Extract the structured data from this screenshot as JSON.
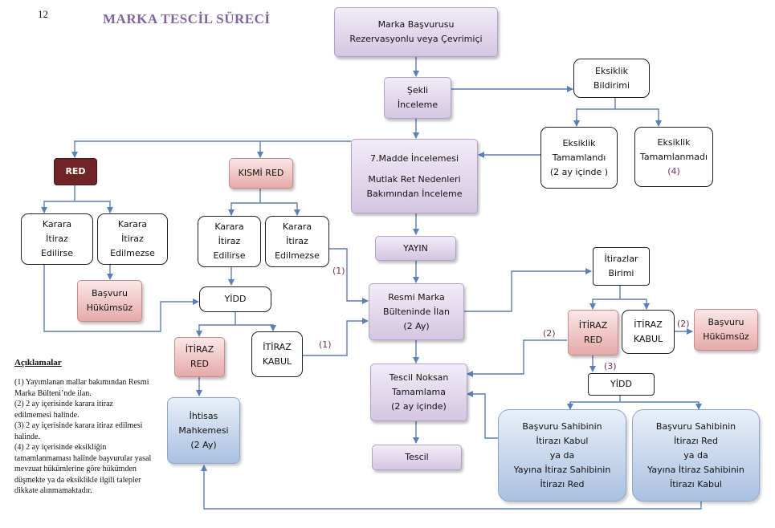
{
  "page_number": "12",
  "title": "MARKA TESCİL SÜRECİ",
  "boxes": {
    "start": [
      "Marka Başvurusu",
      "Rezervasyonlu veya Çevrimiçi"
    ],
    "sekli": [
      "Şekli",
      "İnceleme"
    ],
    "eksiklik_bildirimi": [
      "Eksiklik",
      "Bildirimi"
    ],
    "eksiklik_tamamlandi": [
      "Eksiklik",
      "Tamamlandı",
      "(2 ay içinde )"
    ],
    "eksiklik_tamamlanmadi": [
      "Eksiklik",
      "Tamamlanmadı",
      "(4)"
    ],
    "madde7": [
      "7.Madde İncelemesi",
      "Mutlak Ret Nedenleri",
      "Bakımından İnceleme"
    ],
    "red": "RED",
    "kismi_red": "KISMİ RED",
    "red_itiraz_edilirse": [
      "Karara",
      "İtiraz",
      "Edilirse"
    ],
    "red_itiraz_edilmezse": [
      "Karara",
      "İtiraz",
      "Edilmezse"
    ],
    "kismi_itiraz_edilirse": [
      "Karara",
      "İtiraz",
      "Edilirse"
    ],
    "kismi_itiraz_edilmezse": [
      "Karara",
      "İtiraz",
      "Edilmezse"
    ],
    "basvuru_hukumsuz_left": [
      "Başvuru",
      "Hükümsüz"
    ],
    "yidd_left": "YİDD",
    "itiraz_red_left": [
      "İTİRAZ",
      "RED"
    ],
    "itiraz_kabul_left": [
      "İTİRAZ",
      "KABUL"
    ],
    "ihtisas": [
      "İhtisas",
      "Mahkemesi",
      "(2 Ay)"
    ],
    "yayin": "YAYIN",
    "resmi": [
      "Resmi Marka",
      "Bülteninde İlan",
      "(2 Ay)"
    ],
    "tescil_noksan": [
      "Tescil  Noksan",
      "Tamamlama",
      "(2 ay içinde)"
    ],
    "tescil": "Tescil",
    "itirazlar_birimi": [
      "İtirazlar",
      "Birimi"
    ],
    "itiraz_red_right": [
      "İTİRAZ",
      "RED"
    ],
    "itiraz_kabul_right": [
      "İTİRAZ",
      "KABUL"
    ],
    "basvuru_hukumsuz_right": [
      "Başvuru",
      "Hükümsüz"
    ],
    "yidd_right": "YİDD",
    "sahibi_kabul": [
      "Başvuru Sahibinin",
      "İtirazı Kabul",
      "ya da",
      "Yayına İtiraz Sahibinin",
      "İtirazı Red"
    ],
    "sahibi_red": [
      "Başvuru Sahibinin",
      "İtirazı Red",
      "ya da",
      "Yayına İtiraz Sahibinin",
      "İtirazı Kabul"
    ]
  },
  "labels": {
    "l1_left": "(1)",
    "l1_mid": "(1)",
    "l2_a": "(2)",
    "l2_b": "(2)",
    "l3": "(3)"
  },
  "notes": {
    "heading": "Açıklamalar",
    "items": [
      [
        "(1) Yayımlanan mallar bakımından Resmi",
        "Marka Bülteni’nde ilan."
      ],
      [
        "(2) 2 ay içerisinde karara itiraz",
        "edilmemesi halinde."
      ],
      [
        "(3) 2 ay içerisinde karara itiraz edilmesi",
        "halinde."
      ],
      [
        "(4) 2 ay içerisinde eksikliğin",
        "tamamlanmaması halinde başvurular yasal",
        "mevzuat hükümlerine göre hükümden",
        "düşmekte ya da eksiklikle ilgili talepler",
        "dikkate alınmamaktadır."
      ]
    ]
  },
  "colors": {
    "arrow": "#5b7fb7",
    "title": "#8064a2",
    "label": "#7b2d5e",
    "dark_red": "#6f2525"
  }
}
